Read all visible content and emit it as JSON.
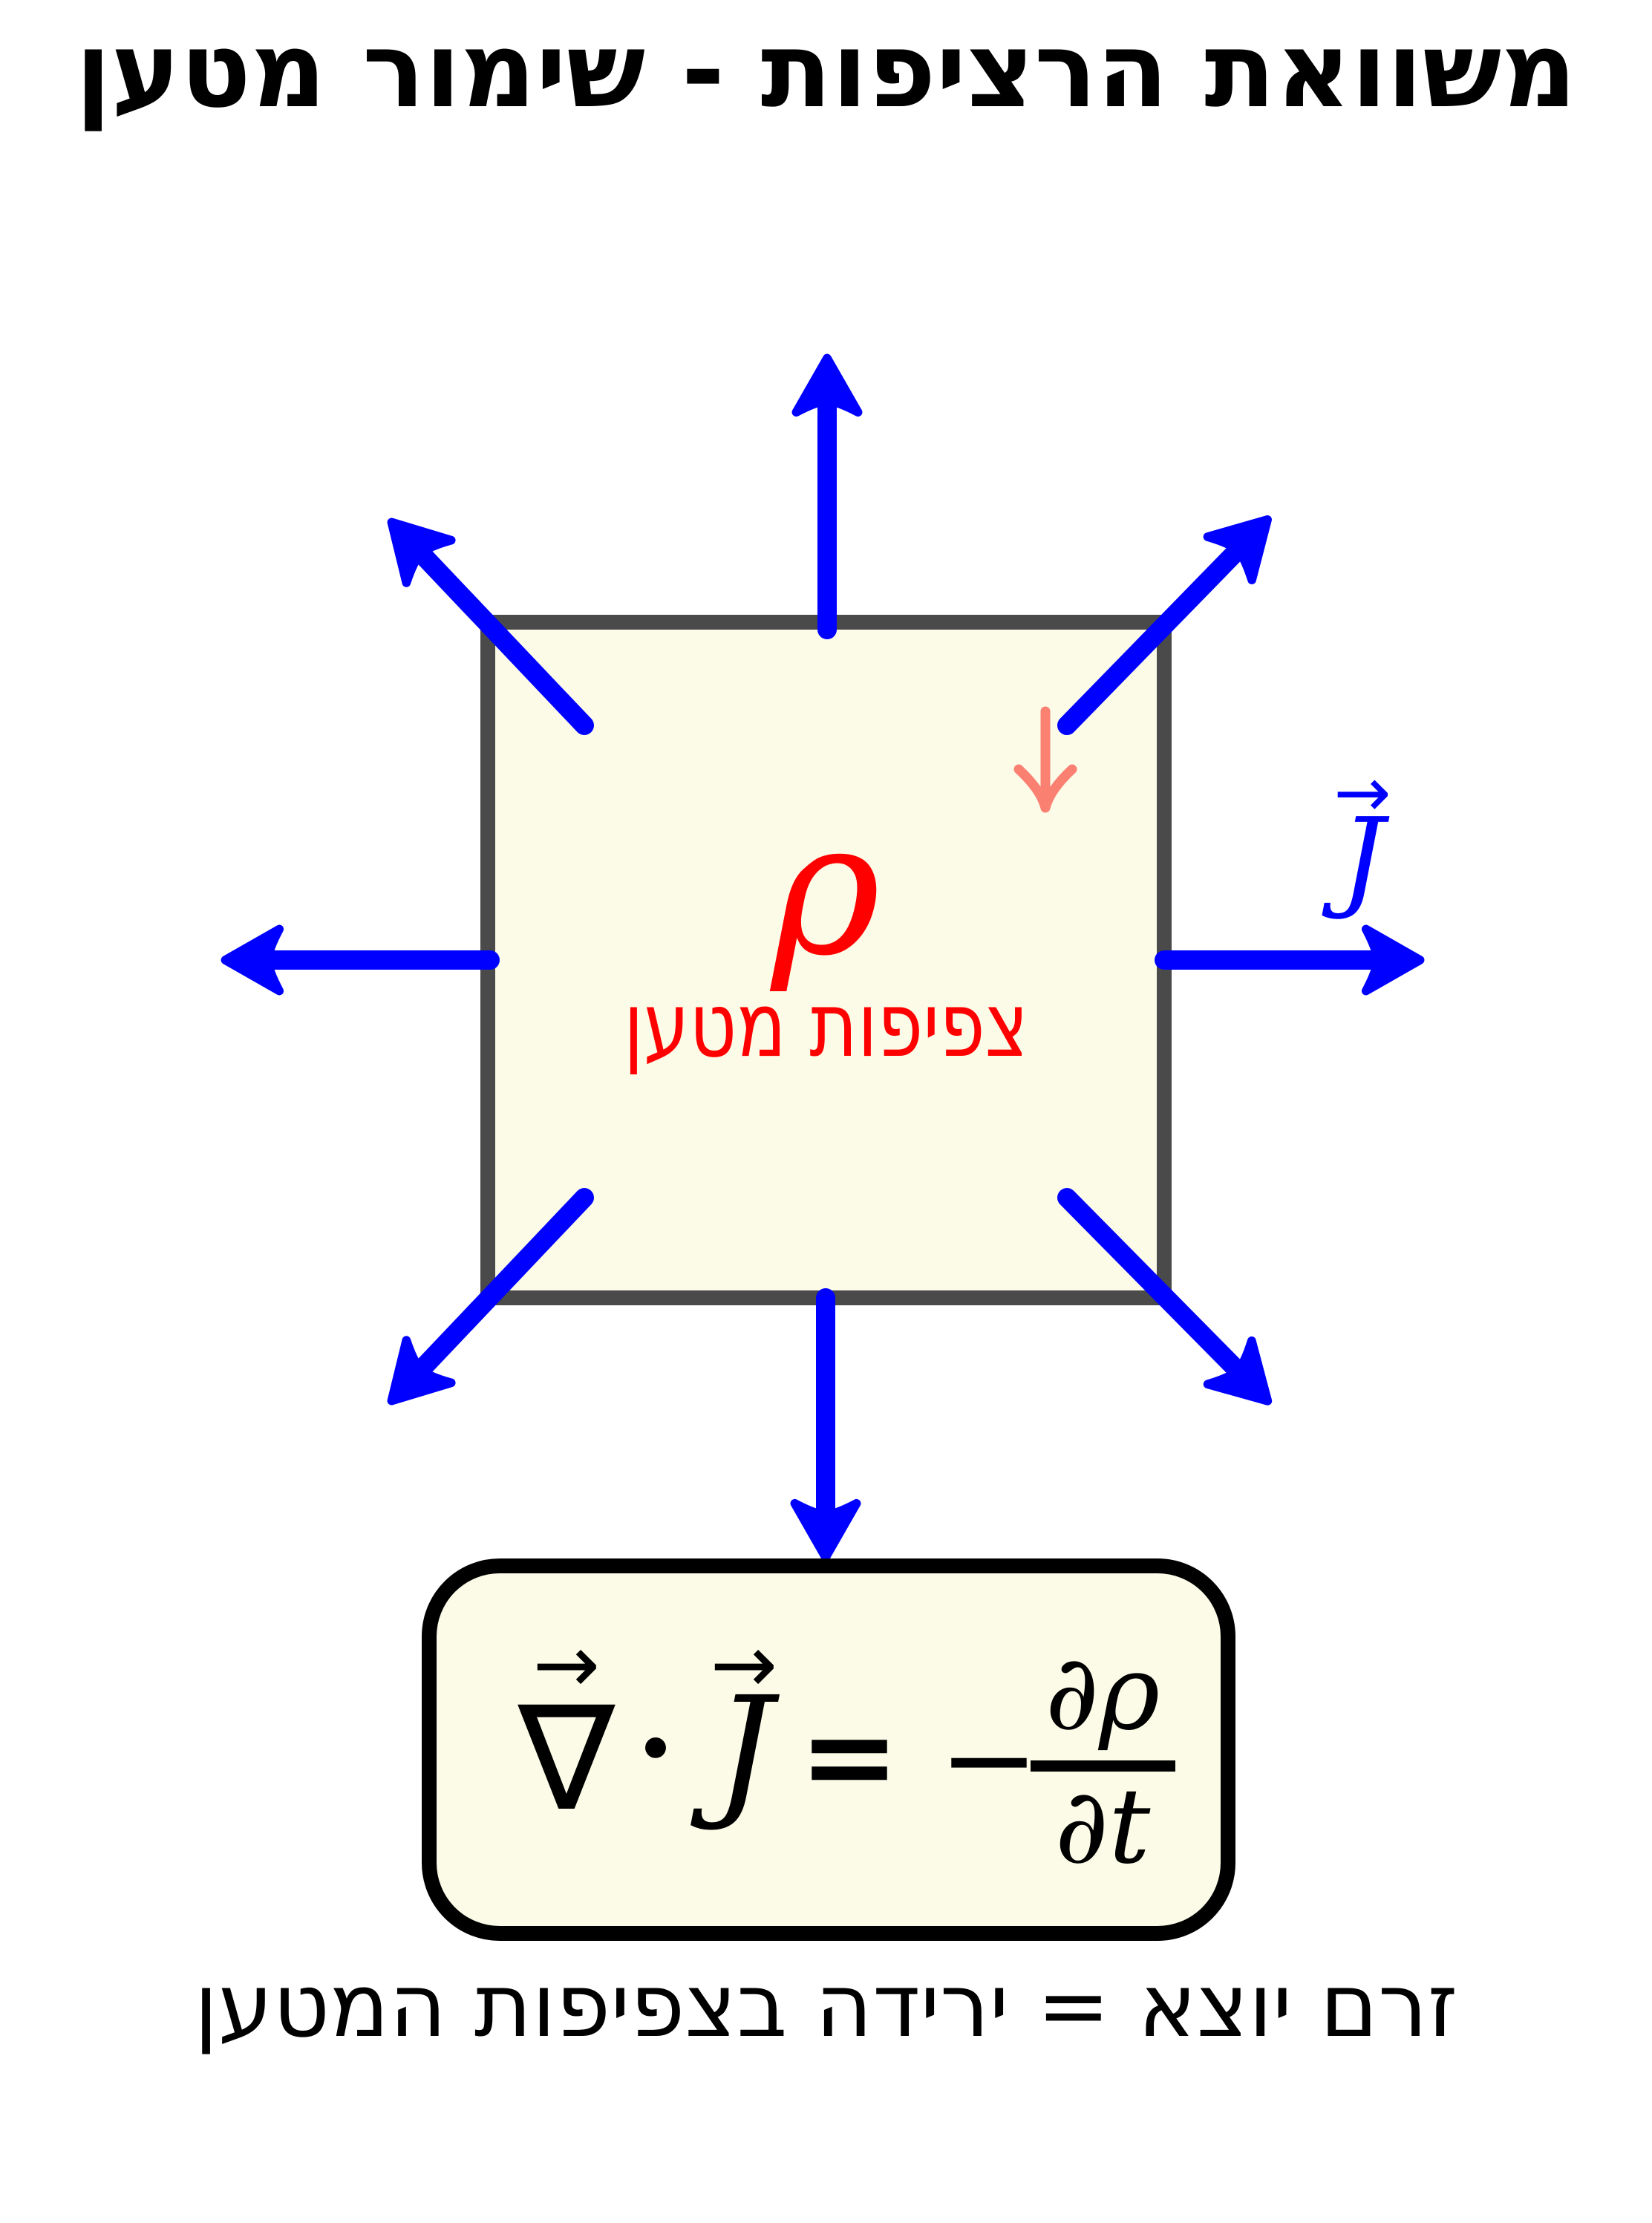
{
  "title": "משוואת הרציפות - שימור מטען",
  "box": {
    "rho": "ρ",
    "label": "צפיפות מטען"
  },
  "j_label": {
    "arrow": "→",
    "symbol": "J"
  },
  "formula": {
    "vec_arrow": "→",
    "nabla": "∇",
    "dot": "·",
    "j": "J",
    "equals": "=",
    "minus": "−",
    "numerator": "∂ρ",
    "denominator": "∂t"
  },
  "caption": "זרם יוצא = ירידה בצפיפות המטען",
  "colors": {
    "flux_arrow_blue": "#0000ff",
    "density_red": "#ff0000",
    "decrease_salmon": "#fa8072",
    "box_fill": "#fbfbe8",
    "box_border": "#4a4a4a",
    "formula_border": "#000000",
    "text": "#000000",
    "background": "#ffffff"
  }
}
